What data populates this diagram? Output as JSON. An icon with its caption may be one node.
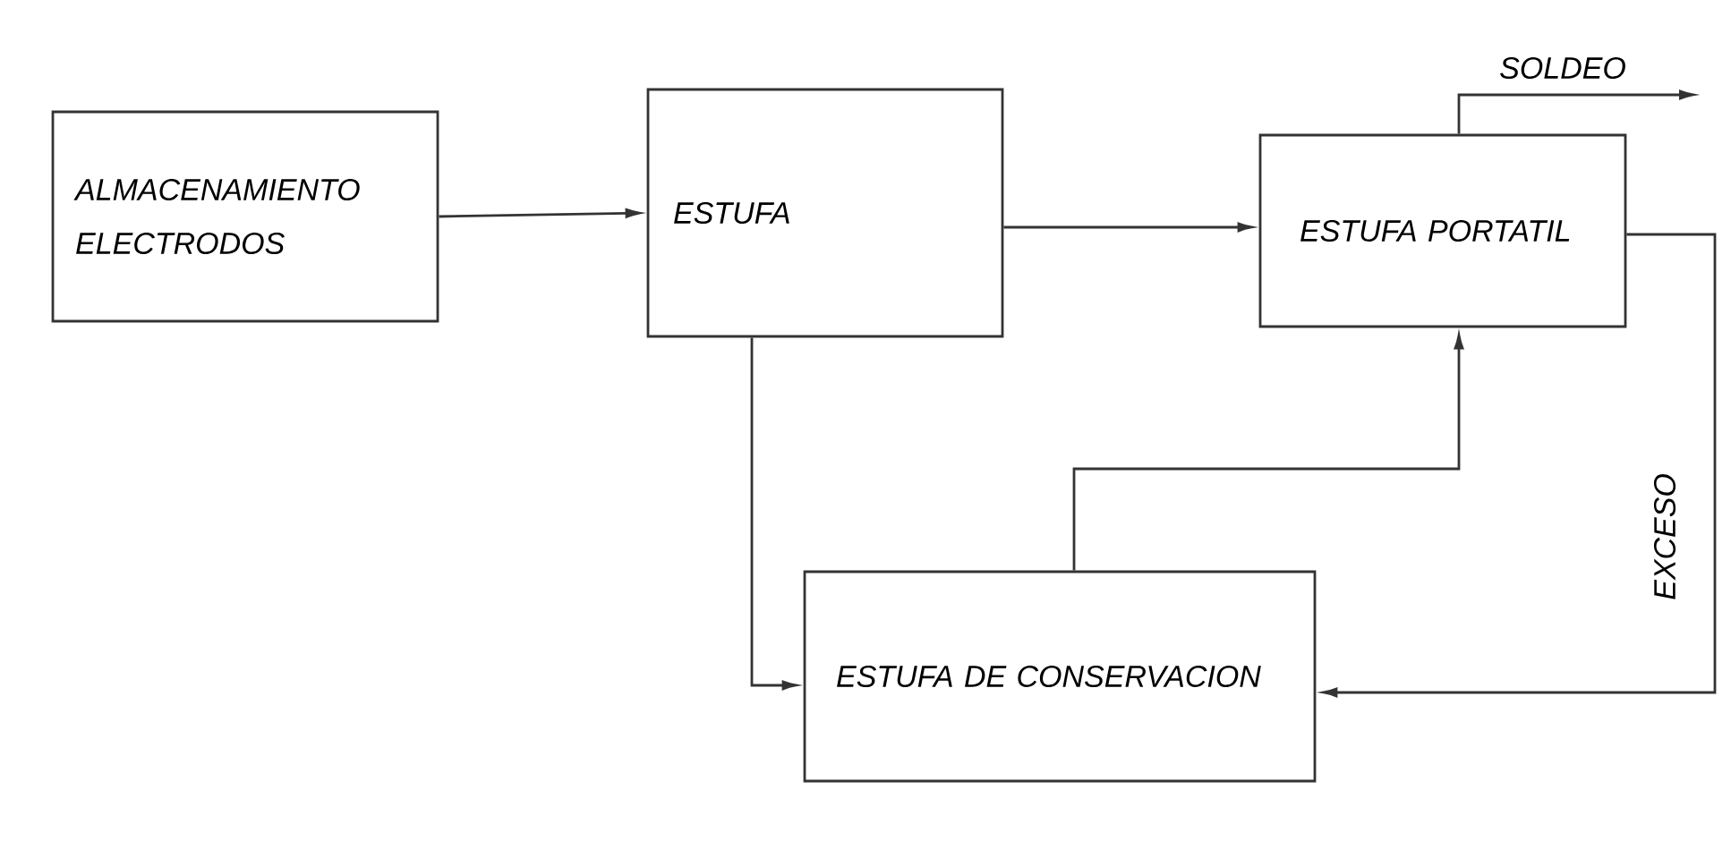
{
  "diagram": {
    "nodes": [
      {
        "text": [
          "ALMACENAMIENTO ELECTRODOS"
        ]
      },
      {
        "text": [
          "ESTUFA"
        ]
      },
      {
        "text": [
          "ESTUFA PORTATIL"
        ]
      },
      {
        "text": [
          "ESTUFA DE CONSERVACION"
        ]
      }
    ],
    "edges": [
      {
        "from": 0,
        "to": 1,
        "arrow": "to"
      },
      {
        "from": 1,
        "to": 2,
        "arrow": "to"
      },
      {
        "from": 1,
        "to": 3,
        "arrow": "to"
      },
      {
        "from": 3,
        "to": 2,
        "arrow": "to"
      },
      {
        "from": 2,
        "to": 3,
        "arrow": "to",
        "label": "EXCESO"
      },
      {
        "from": 2,
        "to": null,
        "arrow": "to",
        "label": "SOLDEO"
      }
    ]
  }
}
